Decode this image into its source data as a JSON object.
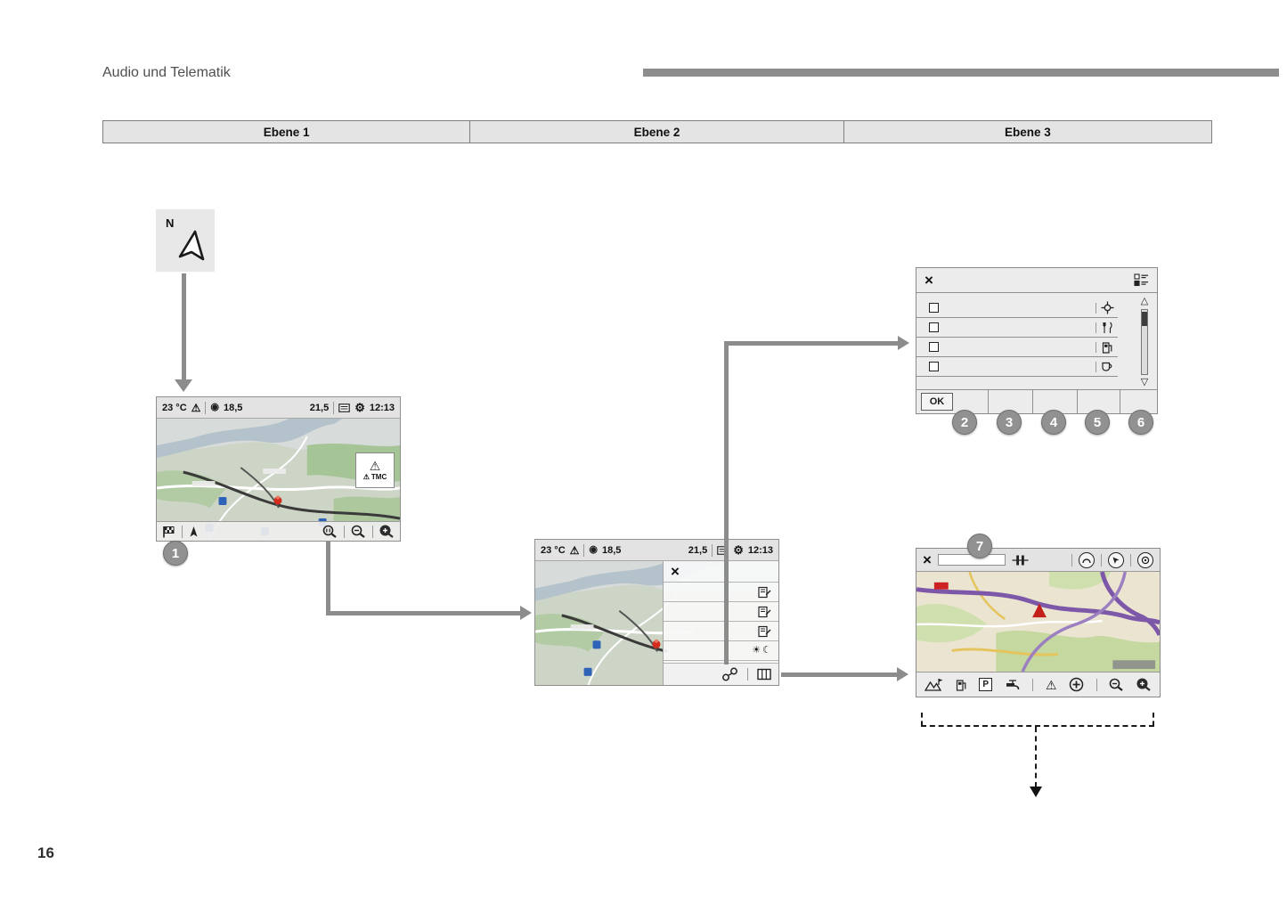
{
  "page": {
    "header_title": "Audio und Telematik",
    "page_number": "16"
  },
  "levels": {
    "ebene1": "Ebene 1",
    "ebene2": "Ebene 2",
    "ebene3": "Ebene 3"
  },
  "compass": {
    "north_label": "N"
  },
  "callouts": {
    "c1": "1",
    "c2": "2",
    "c3": "3",
    "c4": "4",
    "c5": "5",
    "c6": "6",
    "c7": "7"
  },
  "nav_screen_level1": {
    "status_bar": {
      "temperature": "23 °C",
      "tuner_value": "18,5",
      "trip_value": "21,5",
      "time": "12:13"
    },
    "tmc_label": "TMC"
  },
  "nav_screen_level2": {
    "status_bar": {
      "temperature": "23 °C",
      "tuner_value": "18,5",
      "trip_value": "21,5",
      "time": "12:13"
    }
  },
  "poi_dialog": {
    "ok_label": "OK"
  },
  "map_screen_level3": {
    "parking_label": "P"
  },
  "icons": {
    "close": "×",
    "warning": "⚠",
    "gear": "⚙",
    "media": "◉",
    "sun": "☀",
    "moon": "☾",
    "scroll_up": "△",
    "scroll_down": "▽"
  }
}
